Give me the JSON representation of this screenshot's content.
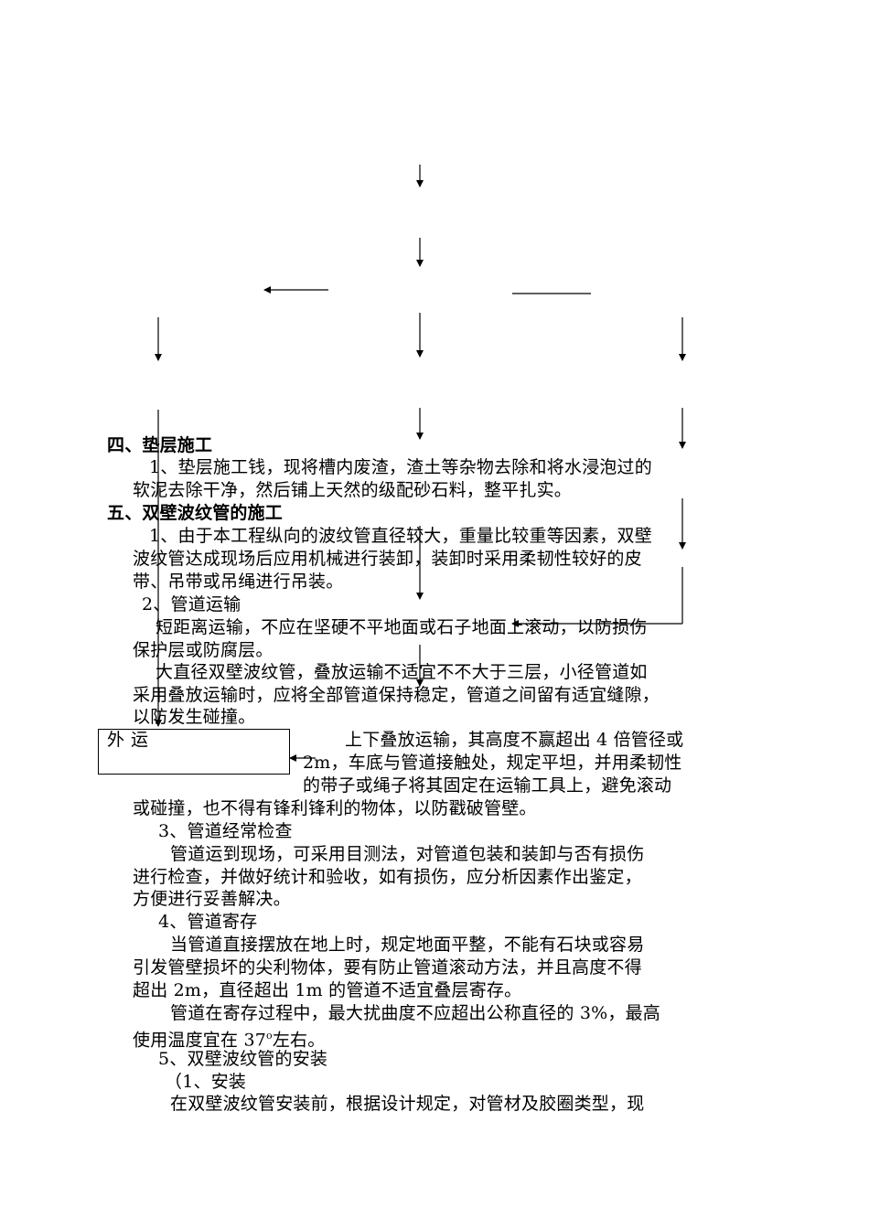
{
  "flowchart": {
    "box_label": "外  运"
  },
  "sections": [
    {
      "heading": "四、垫层施工",
      "lines": [
        "1、垫层施工钱，现将槽内废渣，渣土等杂物去除和将水浸泡过的",
        "软泥去除干净，然后铺上天然的级配砂石料，整平扎实。"
      ]
    },
    {
      "heading": "五、双壁波纹管的施工",
      "lines": [
        "1、由于本工程纵向的波纹管直径较大，重量比较重等因素，双壁",
        "波纹管达成现场后应用机械进行装卸，装卸时采用柔韧性较好的皮",
        "带、吊带或吊绳进行吊装。",
        "2、管道运输",
        "短距离运输，不应在坚硬不平地面或石子地面上滚动，以防损伤",
        "保护层或防腐层。",
        "大直径双壁波纹管，叠放运输不适宜不不大于三层，小径管道如",
        "采用叠放运输时，应将全部管道保持稳定，管道之间留有适宜缝隙，",
        "以防发生碰撞。",
        "上下叠放运输，其高度不赢超出 4 倍管径或",
        "2m，车底与管道接触处，规定平坦，并用柔韧性",
        "的带子或绳子将其固定在运输工具上，避免滚动",
        "或碰撞，也不得有锋利锋利的物体，以防戳破管壁。",
        "3、管道经常检查",
        "管道运到现场，可采用目测法，对管道包装和装卸与否有损伤",
        "进行检查，并做好统计和验收，如有损伤，应分析因素作出鉴定，",
        "方便进行妥善解决。",
        "4、管道寄存",
        "当管道直接摆放在地上时，规定地面平整，不能有石块或容易",
        "引发管壁损坏的尖利物体，要有防止管道滚动方法，并且高度不得",
        "超出 2m，直径超出 1m 的管道不适宜叠层寄存。",
        "管道在寄存过程中，最大扰曲度不应超出公称直径的 3%，最高",
        "使用温度宜在 37",
        "o",
        "左右。",
        "5、双壁波纹管的安装",
        "（1、安装",
        "在双壁波纹管安装前，根据设计规定，对管材及胶圈类型，现"
      ]
    }
  ]
}
